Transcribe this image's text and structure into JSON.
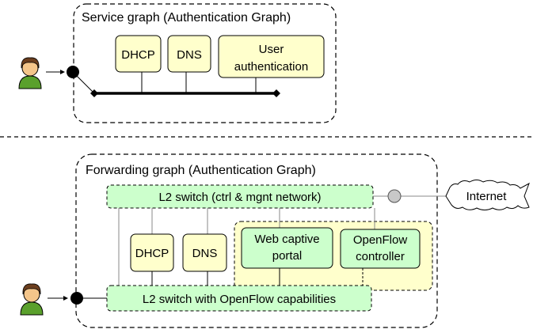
{
  "service_graph": {
    "title": "Service graph (Authentication Graph)",
    "dhcp": "DHCP",
    "dns": "DNS",
    "user_auth_line1": "User",
    "user_auth_line2": "authentication"
  },
  "forwarding_graph": {
    "title": "Forwarding graph (Authentication Graph)",
    "l2_ctrl": "L2 switch (ctrl & mgnt network)",
    "dhcp": "DHCP",
    "dns": "DNS",
    "captive_line1": "Web captive",
    "captive_line2": "portal",
    "openflow_line1": "OpenFlow",
    "openflow_line2": "controller",
    "l2_openflow": "L2 switch with OpenFlow capabilities",
    "internet": "Internet"
  },
  "colors": {
    "yellow_fill": "#ffffcc",
    "green_fill": "#ccffcc",
    "user_shirt": "#5aa02c",
    "user_skin": "#f4c58a",
    "user_hair": "#6b3e1e"
  }
}
